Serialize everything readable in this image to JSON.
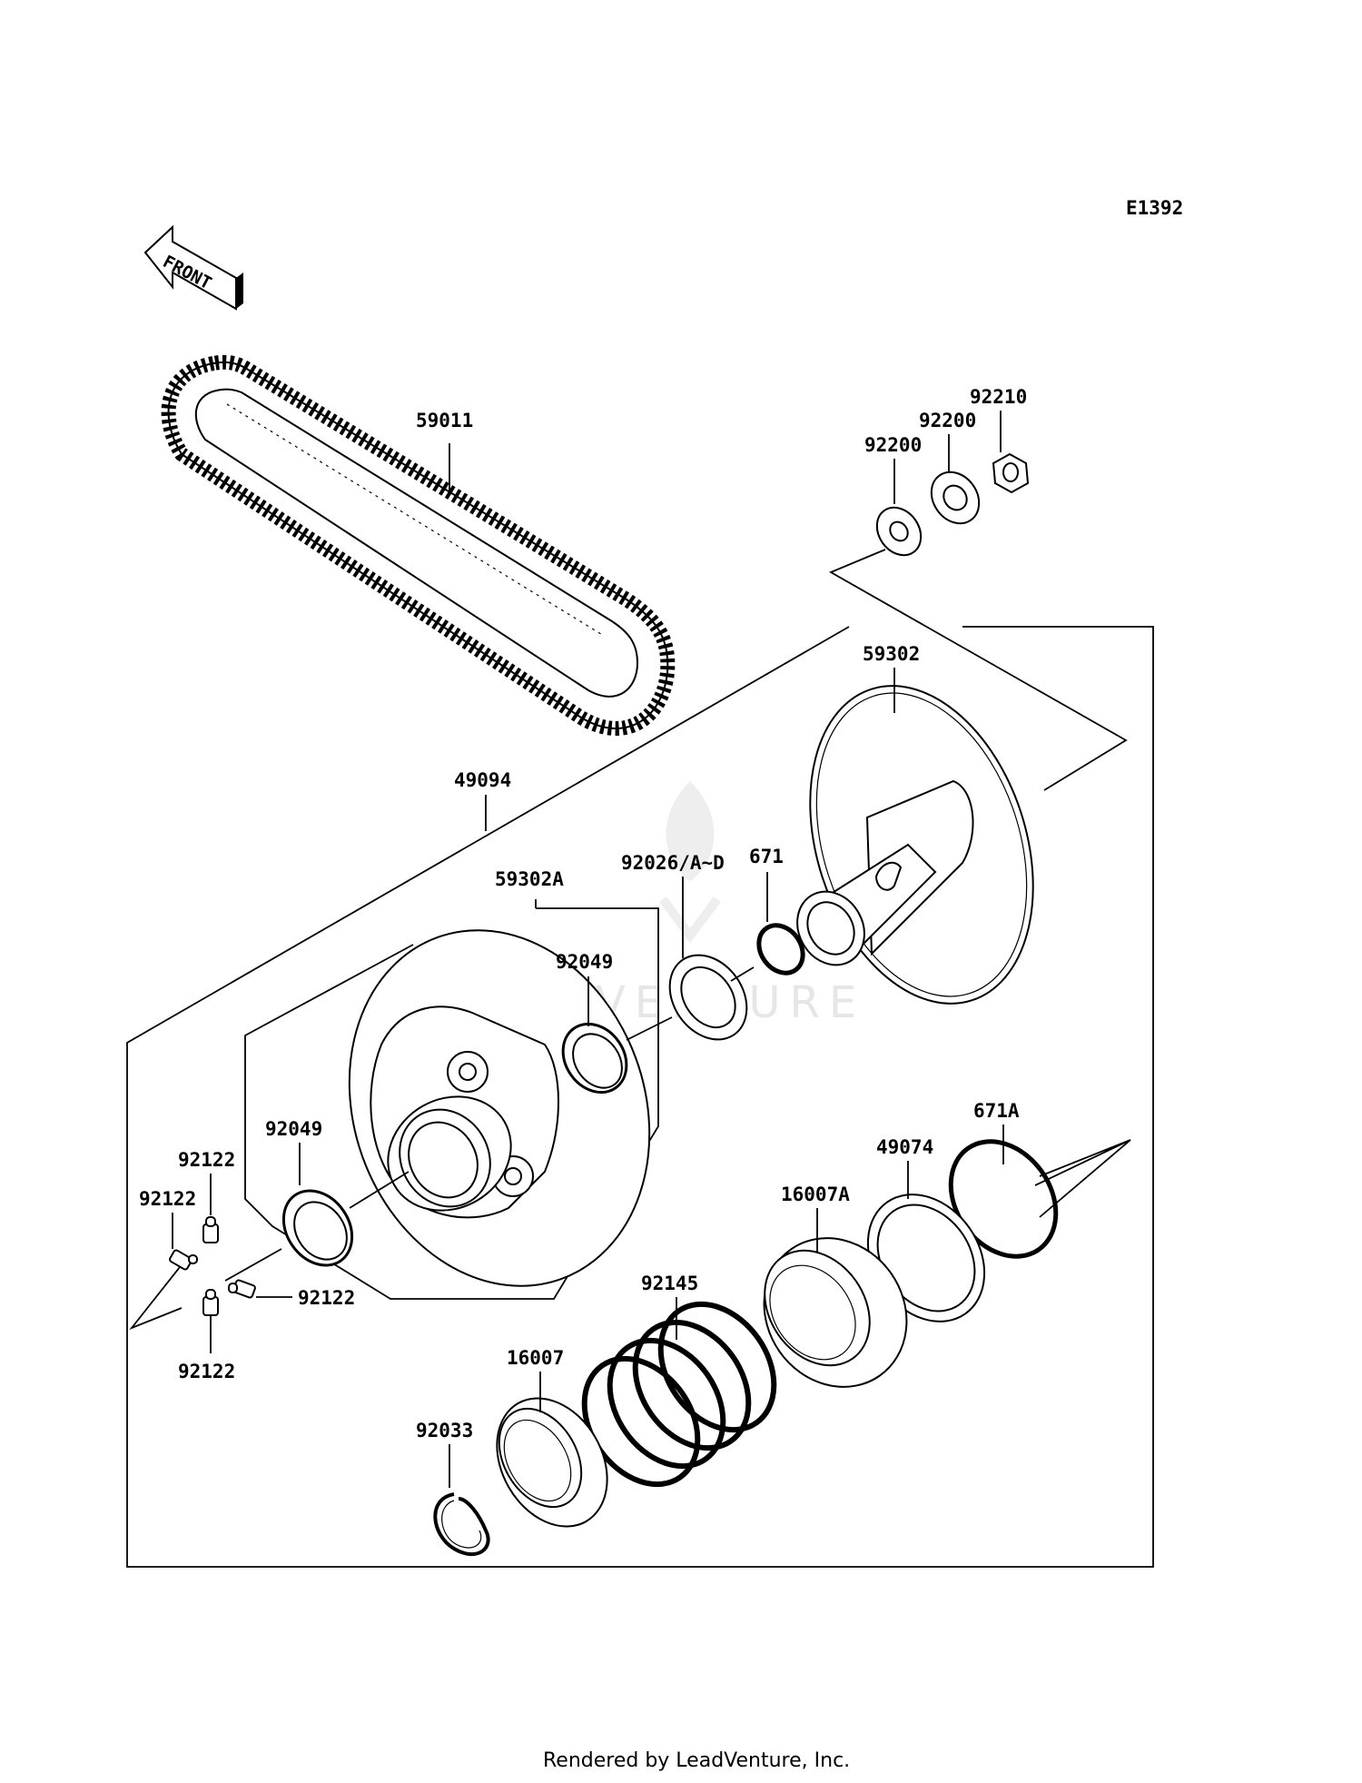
{
  "diagram_code": "E1392",
  "front_label": "FRONT",
  "watermark": "LEADVENTURE",
  "footer": "Rendered by LeadVenture, Inc.",
  "parts": {
    "belt": "59011",
    "washer_a": "92200",
    "washer_b": "92200",
    "nut": "92210",
    "fixed_sheave": "59302",
    "assembly": "49094",
    "movable_sheave": "59302A",
    "shim": "92026/A~D",
    "oring": "671",
    "seal_upper": "92049",
    "seal_lower": "92049",
    "fitting_1": "92122",
    "fitting_2": "92122",
    "fitting_3": "92122",
    "fitting_4": "92122",
    "oring_a": "671A",
    "spring_seat": "49074",
    "cam_a": "16007A",
    "spring": "92145",
    "cam": "16007",
    "circlip": "92033"
  }
}
